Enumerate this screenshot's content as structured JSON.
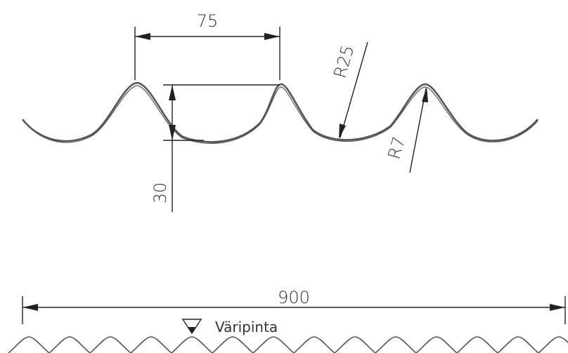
{
  "drawing": {
    "pitch_label": "75",
    "height_label": "30",
    "large_radius_label": "R25",
    "small_radius_label": "R7",
    "total_width_label": "900",
    "surface_label": "Väripinta",
    "line_color": "#222222",
    "profile_color": "#555555",
    "background": "#ffffff"
  }
}
